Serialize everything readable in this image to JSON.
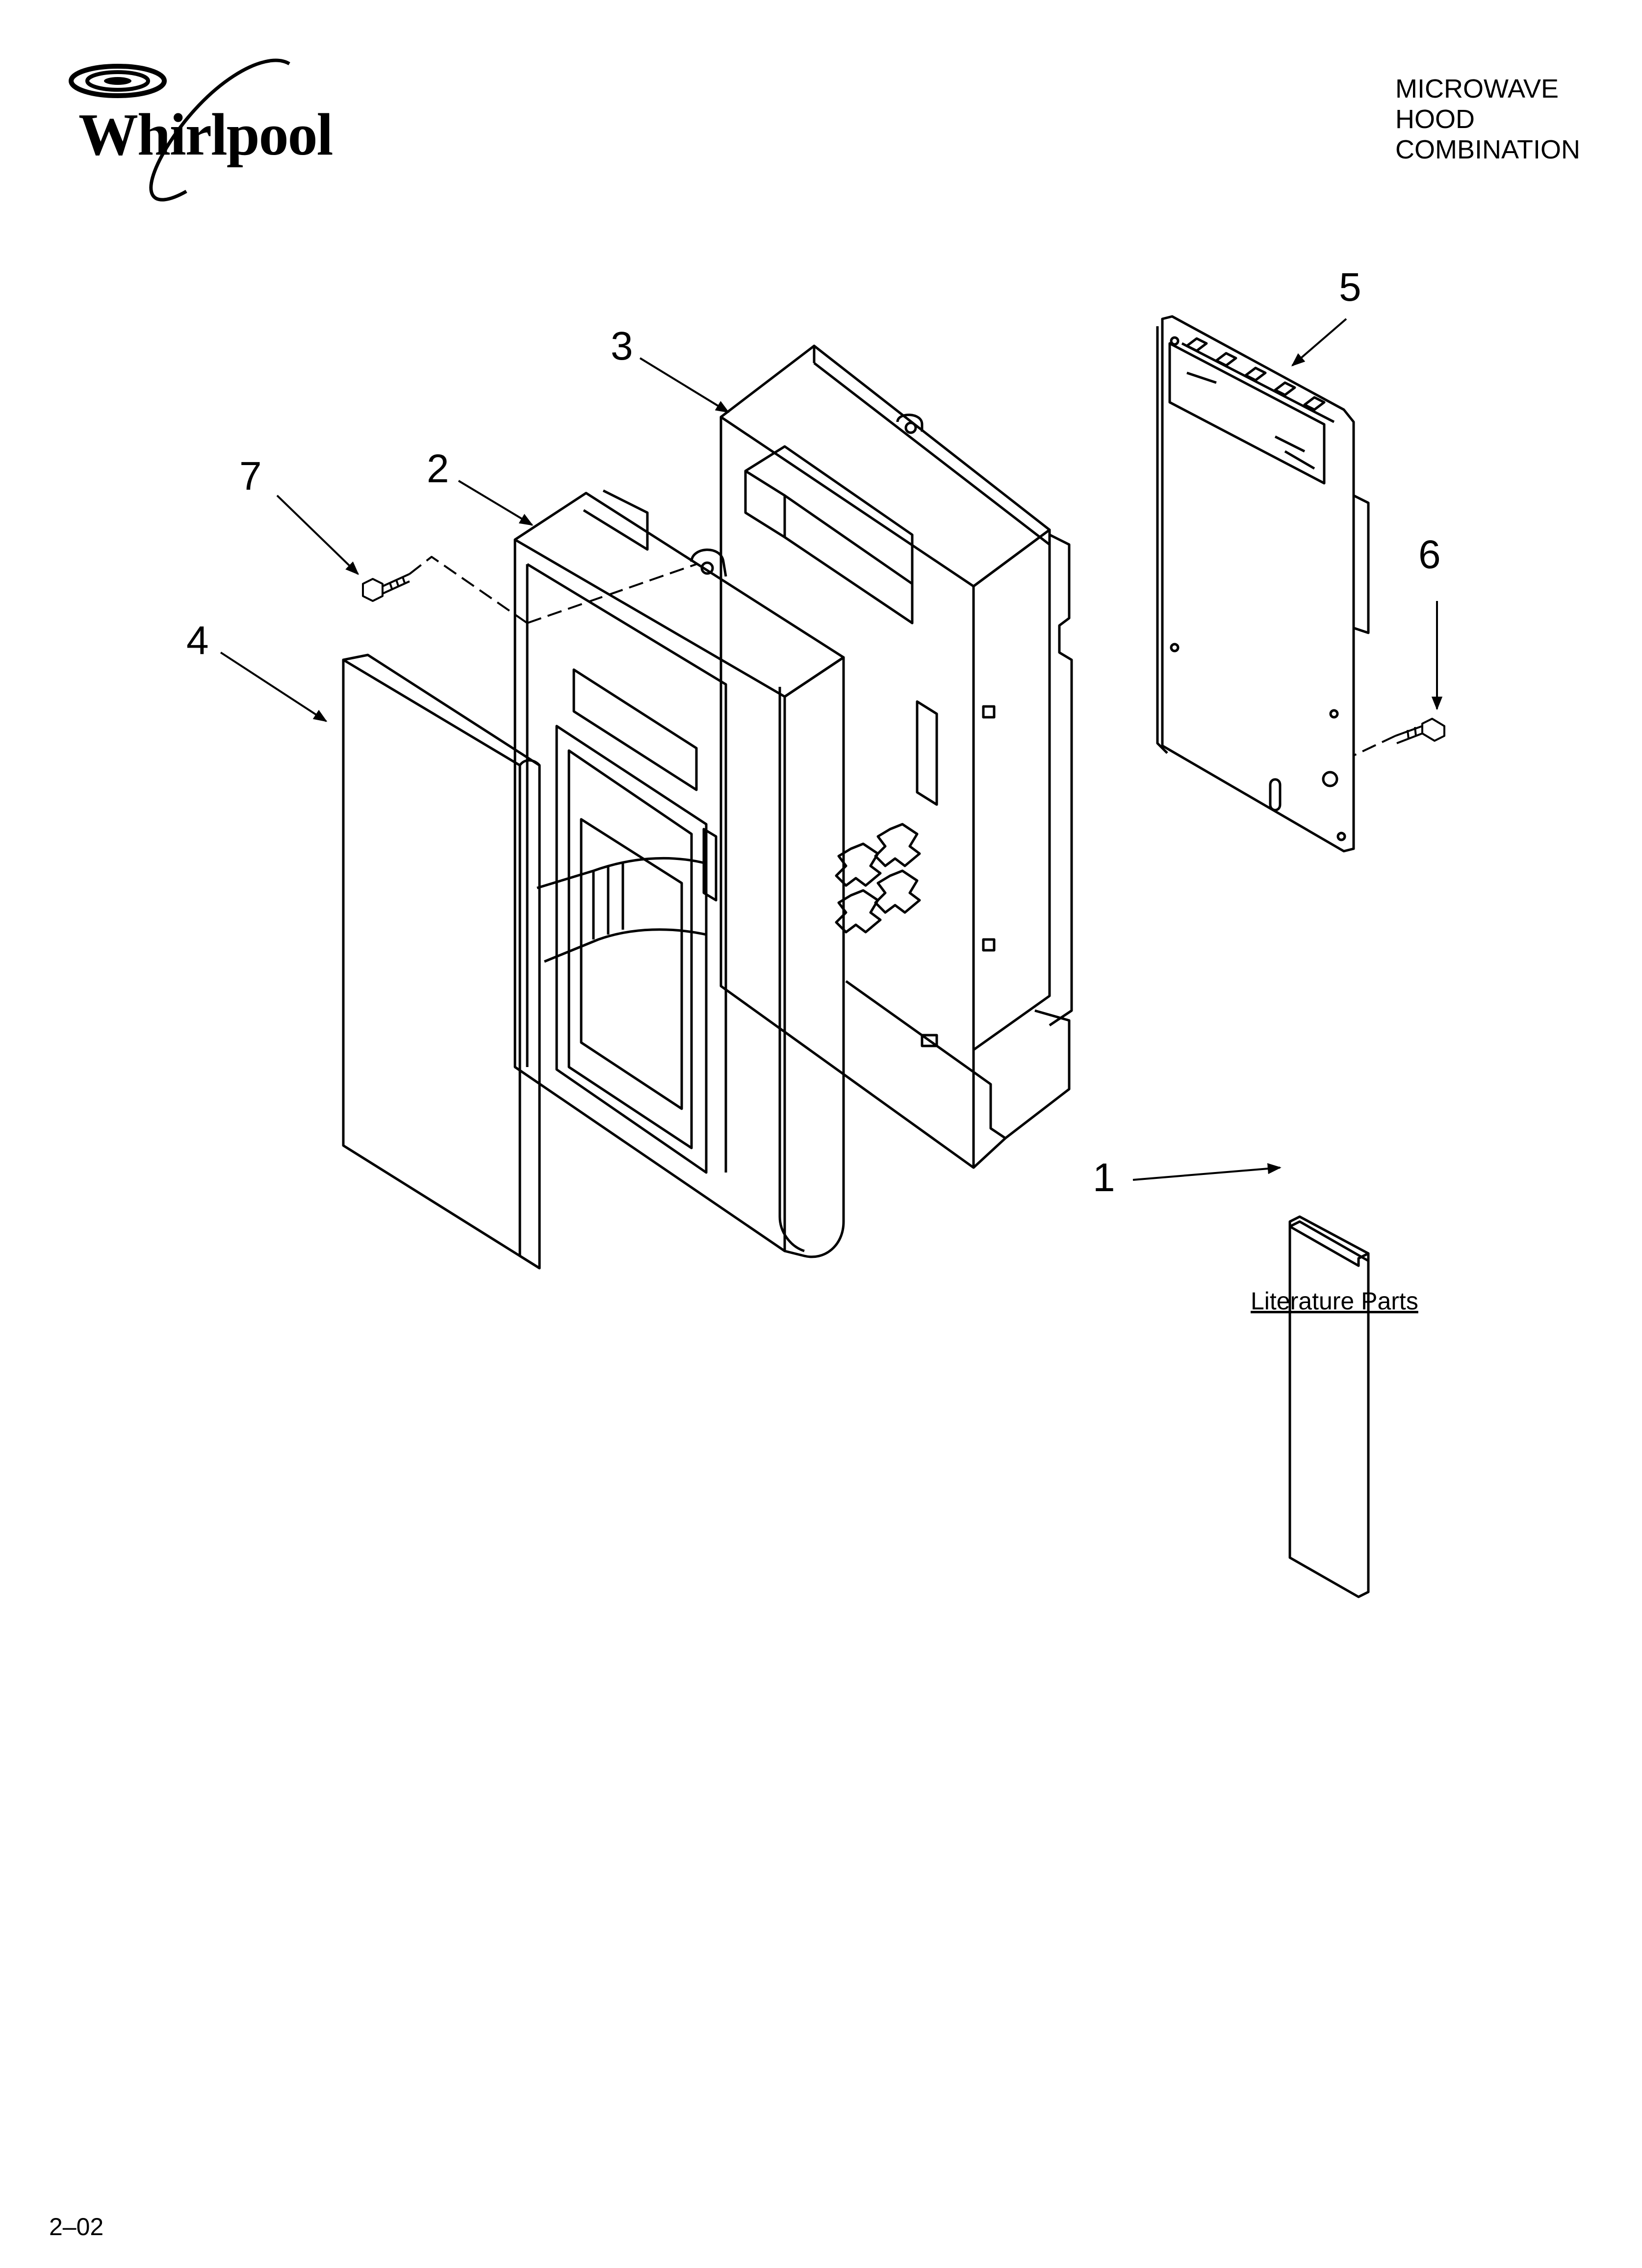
{
  "brand": {
    "name": "Whirlpool"
  },
  "header": {
    "lines": [
      "MICROWAVE",
      "HOOD",
      "COMBINATION"
    ]
  },
  "callouts": [
    "1",
    "2",
    "3",
    "4",
    "5",
    "6",
    "7"
  ],
  "literature_label": "Literature Parts",
  "footer": {
    "code": "2–02"
  },
  "icons": [
    "whirlpool-swirl-logo-icon",
    "arrow-icon",
    "screw-icon"
  ],
  "colors": {
    "line": "#000000",
    "background": "#ffffff"
  }
}
